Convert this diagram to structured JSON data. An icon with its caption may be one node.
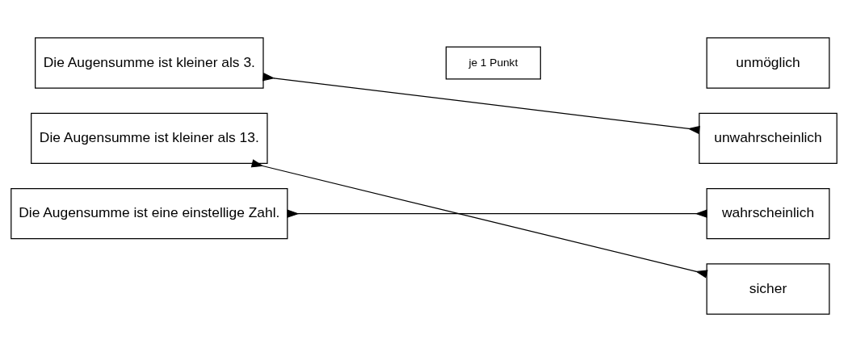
{
  "diagram": {
    "nodes": [
      {
        "text": [
          "Die Augensumme ist kleiner als 3."
        ]
      },
      {
        "text": [
          "Die Augensumme ist kleiner als 13."
        ]
      },
      {
        "text": [
          "Die Augensumme ist eine einstellige Zahl."
        ]
      },
      {
        "text": [
          "je 1 Punkt"
        ]
      },
      {
        "text": [
          "unmöglich"
        ]
      },
      {
        "text": [
          "unwahrscheinlich"
        ]
      },
      {
        "text": [
          "wahrscheinlich"
        ]
      },
      {
        "text": [
          "sicher"
        ]
      }
    ],
    "edges": [
      {
        "from": 0,
        "to": 5,
        "arrow": "other"
      },
      {
        "from": 1,
        "to": 7,
        "arrow": "other"
      },
      {
        "from": 2,
        "to": 6,
        "arrow": "other"
      }
    ]
  }
}
